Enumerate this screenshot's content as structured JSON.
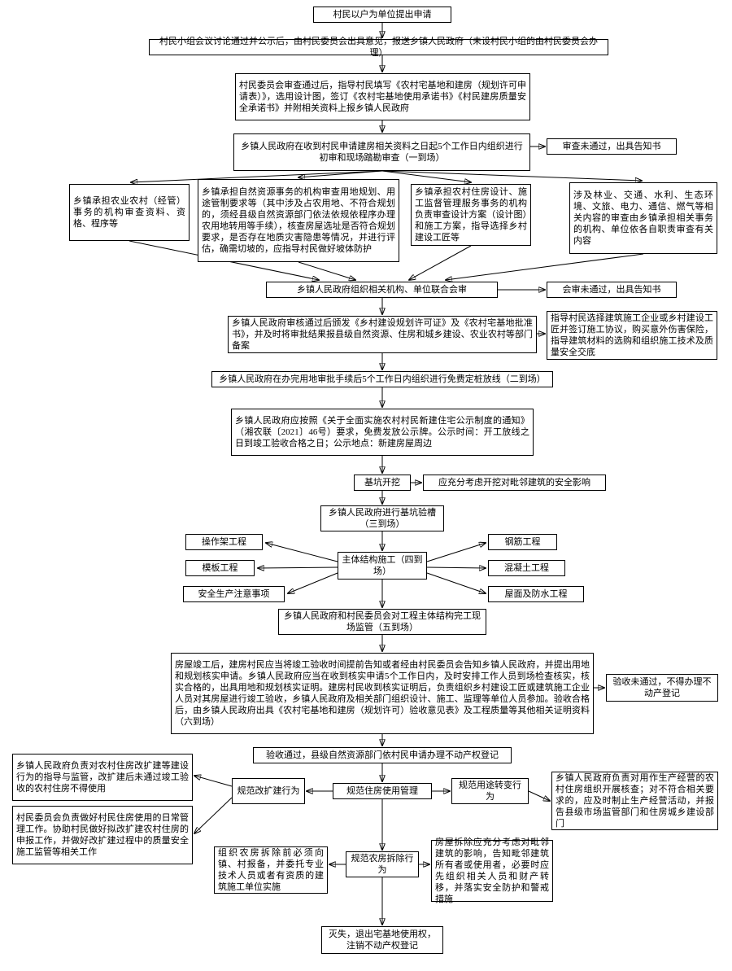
{
  "nodes": {
    "n0": "村民以户为单位提出申请",
    "n1": "村民小组会议讨论通过并公示后，由村民委员会出具意见，报送乡镇人民政府（未设村民小组的由村民委员会办理）",
    "n2": "村民委员会审查通过后，指导村民填写《农村宅基地和建房（规划许可申请表）》，选用设计图，签订《农村宅基地使用承诺书》《村民建房质量安全承诺书》并附相关资料上报乡镇人民政府",
    "n3": "乡镇人民政府在收到村民申请建房相关资料之日起5个工作日内组织进行初审和现场踏勘审查（一到场）",
    "n3r": "审查未通过，出具告知书",
    "n4a": "乡镇承担农业农村（经管）事务的机构审查资料、资格、程序等",
    "n4b": "乡镇承担自然资源事务的机构审查用地规划、用途管制要求等（其中涉及占农用地、不符合规划的，须经县级自然资源部门依法依规依程序办理农用地转用等手续），核查房屋选址是否符合规划要求，是否存在地质灾害隐患等情况，并进行评估，确需切坡的，应指导村民做好坡体防护",
    "n4c": "乡镇承担农村住房设计、施工监督管理服务事务的机构负责审查设计方案（设计图）和施工方案，指导选择乡村建设工匠等",
    "n4d": "涉及林业、交通、水利、生态环境、文旅、电力、通信、燃气等相关内容的审查由乡镇承担相关事务的机构、单位依各自职责审查有关内容",
    "n5": "乡镇人民政府组织相关机构、单位联合会审",
    "n5r": "会审未通过，出具告知书",
    "n6": "乡镇人民政府审核通过后颁发《乡村建设规划许可证》及《农村宅基地批准书》，并及时将审批结果报县级自然资源、住房和城乡建设、农业农村等部门备案",
    "n6r": "指导村民选择建筑施工企业或乡村建设工匠并签订施工协议，购买意外伤害保险，指导建筑材料的选购和组织施工技术及质量安全交底",
    "n7": "乡镇人民政府在办完用地审批手续后5个工作日内组织进行免费定桩放线（二到场）",
    "n8": "乡镇人民政府应按照《关于全面实施农村村民新建住宅公示制度的通知》（湘农联〔2021〕46号）要求，免费发放公示牌。公示时间：开工放线之日到竣工验收合格之日；公示地点：新建房屋周边",
    "n9": "基坑开挖",
    "n9r": "应充分考虑开挖对毗邻建筑的安全影响",
    "n10": "乡镇人民政府进行基坑验槽（三到场）",
    "n11a": "操作架工程",
    "n11b": "模板工程",
    "n11c": "安全生产注意事项",
    "n11": "主体结构施工（四到场）",
    "n11d": "钢筋工程",
    "n11e": "混凝土工程",
    "n11f": "屋面及防水工程",
    "n12": "乡镇人民政府和村民委员会对工程主体结构完工现场监管（五到场）",
    "n13": "房屋竣工后，建房村民应当将竣工验收时间提前告知或者经由村民委员会告知乡镇人民政府，并提出用地和规划核实申请。乡镇人民政府应当在收到核实申请5个工作日内，及时安排工作人员到场检查核实，核实合格的，出具用地和规划核实证明。建房村民收到核实证明后，负责组织乡村建设工匠或建筑施工企业人员对其房屋进行竣工验收，乡镇人民政府及相关部门组织设计、施工、监理等单位人员参加。验收合格后，由乡镇人民政府出具《农村宅基地和建房（规划许可）验收意见表》及工程质量等其他相关证明资料（六到场）",
    "n13r": "验收未通过，不得办理不动产登记",
    "n14": "验收通过，县级自然资源部门依村民申请办理不动产权登记",
    "n15a": "规范改扩建行为",
    "n15b": "规范住房使用管理",
    "n15c": "规范用途转变行为",
    "n15al": "乡镇人民政府负责对农村住房改扩建等建设行为的指导与监管，改扩建后未通过竣工验收的农村住房不得使用",
    "n15al2": "村民委员会负责做好村民住房使用的日常管理工作。协助村民做好拟改扩建农村住房的申报工作，并做好改扩建过程中的质量安全施工监管等相关工作",
    "n15cr": "乡镇人民政府负责对用作生产经营的农村住房组织开展核查；对不符合相关要求的，应及时制止生产经营活动，并报告县级市场监管部门和住房城乡建设部门",
    "n16": "规范农房拆除行为",
    "n16l": "组织农房拆除前必须向镇、村报备，并委托专业技术人员或者有资质的建筑施工单位实施",
    "n16r": "房屋拆除应充分考虑对毗邻建筑的影响，告知毗邻建筑所有者或使用者，必要时应先组织相关人员和财产转移，并落实安全防护和警戒措施",
    "n17": "灭失，退出宅基地使用权，注销不动产权登记"
  }
}
